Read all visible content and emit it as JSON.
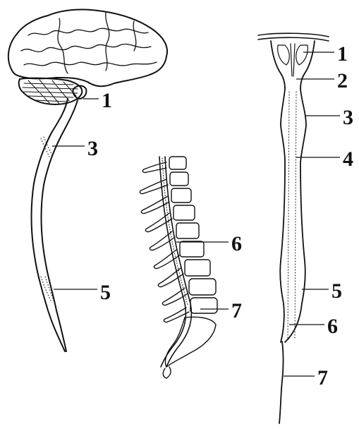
{
  "figures": {
    "brain_and_cord": {
      "labels": [
        "1",
        "3",
        "5"
      ]
    },
    "spinal_column_side": {
      "labels": [
        "6",
        "7"
      ]
    },
    "spinal_cord_front": {
      "labels": [
        "1",
        "2",
        "3",
        "4",
        "5",
        "6",
        "7"
      ]
    }
  },
  "colors": {
    "ink": "#111111",
    "background": "#ffffff"
  }
}
